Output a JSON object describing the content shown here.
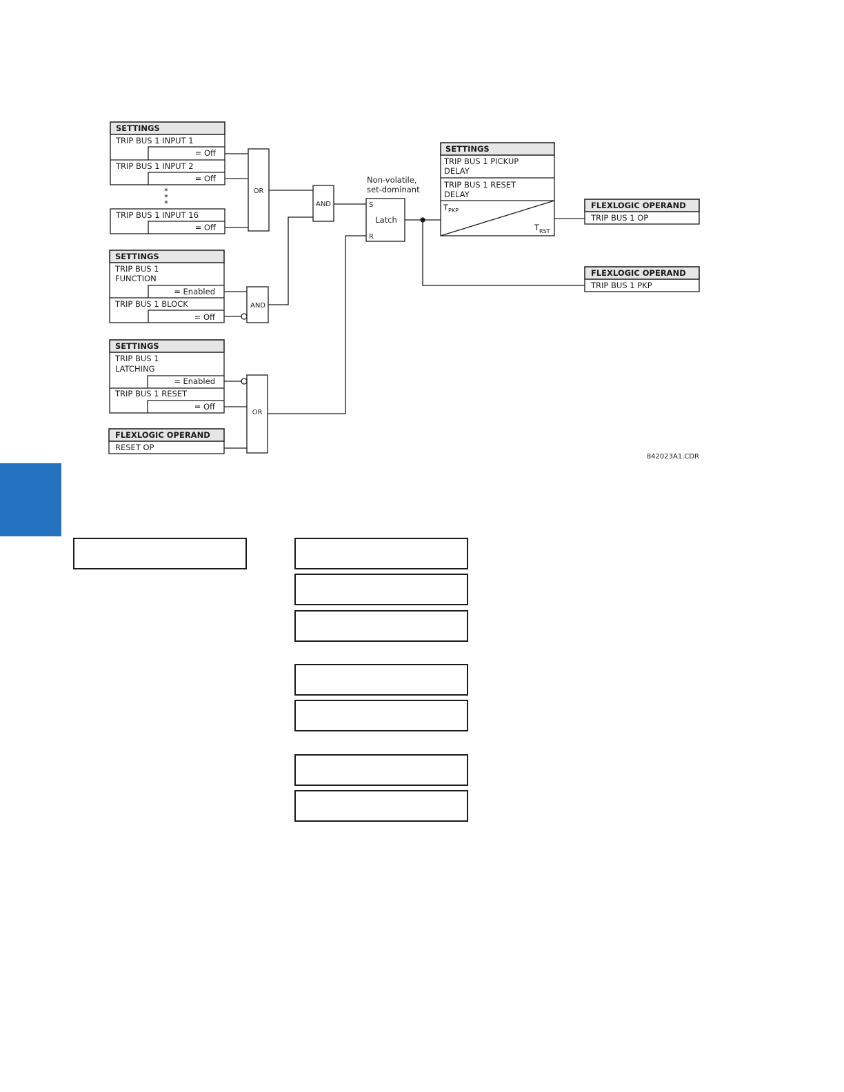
{
  "colors": {
    "side_tab": "#2572c1",
    "header_fill": "#e6e6e6",
    "line": "#1a1a1a"
  },
  "diagram": {
    "settings_inputs": {
      "header": "SETTINGS",
      "input1": "TRIP BUS 1 INPUT 1",
      "input2": "TRIP BUS 1 INPUT 2",
      "input16": "TRIP BUS 1 INPUT 16",
      "off": "= Off",
      "ellipsis": "*"
    },
    "settings_function": {
      "header": "SETTINGS",
      "function_l1": "TRIP BUS 1",
      "function_l2": "FUNCTION",
      "enabled": "= Enabled",
      "block": "TRIP BUS 1 BLOCK",
      "off": "= Off"
    },
    "settings_latching": {
      "header": "SETTINGS",
      "latching_l1": "TRIP BUS 1",
      "latching_l2": "LATCHING",
      "enabled": "= Enabled",
      "reset": "TRIP BUS 1 RESET",
      "off": "= Off"
    },
    "flexlogic_reset": {
      "header": "FLEXLOGIC OPERAND",
      "name": "RESET OP"
    },
    "gates": {
      "or": "OR",
      "and": "AND"
    },
    "latch": {
      "note_l1": "Non-volatile,",
      "note_l2": "set-dominant",
      "label": "Latch",
      "set": "S",
      "reset": "R"
    },
    "settings_timer": {
      "header": "SETTINGS",
      "pickup_l1": "TRIP BUS 1 PICKUP",
      "pickup_l2": "DELAY",
      "reset_l1": "TRIP BUS 1 RESET",
      "reset_l2": "DELAY",
      "tpkp_main": "T",
      "tpkp_sub": "PKP",
      "trst_main": "T",
      "trst_sub": "RST"
    },
    "flexlogic_op": {
      "header": "FLEXLOGIC OPERAND",
      "name": "TRIP BUS 1 OP"
    },
    "flexlogic_pkp": {
      "header": "FLEXLOGIC OPERAND",
      "name": "TRIP BUS 1 PKP"
    },
    "figure_id": "842023A1.CDR"
  }
}
